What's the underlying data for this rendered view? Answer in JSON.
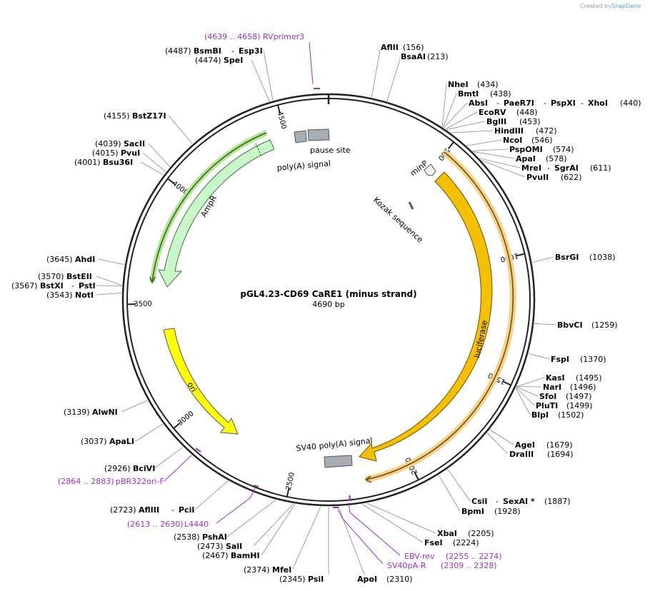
{
  "credit": "Created by",
  "brand": "SnapGene",
  "title": "pGL4.23-CD69 CaRE1 (minus strand)",
  "subtitle": "4690 bp",
  "ticks": [
    "500",
    "1000",
    "1500",
    "2000",
    "2500",
    "3000",
    "3500",
    "4000",
    "4500"
  ],
  "features": {
    "pause_site": "pause site",
    "polya_signal": "poly(A) signal",
    "ampr": "AmpR",
    "minp": "minP",
    "kozak": "Kozak sequence",
    "luciferase": "luciferase",
    "ori": "ori",
    "sv40": "SV40 poly(A) signal"
  },
  "sites": [
    {
      "id": "aflii",
      "name": "AflII",
      "pos": "(156)"
    },
    {
      "id": "bsaai",
      "name": "BsaAI",
      "pos": "(213)"
    },
    {
      "id": "nhei",
      "name": "NheI",
      "pos": "(434)"
    },
    {
      "id": "bmti",
      "name": "BmtI",
      "pos": "(438)"
    },
    {
      "id": "absi",
      "name": "AbsI",
      "n2": "PaeR7I",
      "n3": "PspXI",
      "n4": "XhoI",
      "pos": "(440)"
    },
    {
      "id": "ecorv",
      "name": "EcoRV",
      "pos": "(448)"
    },
    {
      "id": "bglii",
      "name": "BglII",
      "pos": "(453)"
    },
    {
      "id": "hindiii",
      "name": "HindIII",
      "pos": "(472)"
    },
    {
      "id": "ncoi",
      "name": "NcoI",
      "pos": "(546)"
    },
    {
      "id": "pspomi",
      "name": "PspOMI",
      "pos": "(574)"
    },
    {
      "id": "apai",
      "name": "ApaI",
      "pos": "(578)"
    },
    {
      "id": "mrei",
      "name": "MreI",
      "n2": "SgrAI",
      "pos": "(611)"
    },
    {
      "id": "pvuii",
      "name": "PvuII",
      "pos": "(622)"
    },
    {
      "id": "bsrgi",
      "name": "BsrGI",
      "pos": "(1038)"
    },
    {
      "id": "bbvci",
      "name": "BbvCI",
      "pos": "(1259)"
    },
    {
      "id": "fspi",
      "name": "FspI",
      "pos": "(1370)"
    },
    {
      "id": "kasi",
      "name": "KasI",
      "pos": "(1495)"
    },
    {
      "id": "nari",
      "name": "NarI",
      "pos": "(1496)"
    },
    {
      "id": "sfoi",
      "name": "SfoI",
      "pos": "(1497)"
    },
    {
      "id": "pluti",
      "name": "PluTI",
      "pos": "(1499)"
    },
    {
      "id": "blpi",
      "name": "BlpI",
      "pos": "(1502)"
    },
    {
      "id": "agei",
      "name": "AgeI",
      "pos": "(1679)"
    },
    {
      "id": "draiii",
      "name": "DraIII",
      "pos": "(1694)"
    },
    {
      "id": "csii",
      "name": "CsiI",
      "n2": "SexAI *",
      "pos": "(1887)"
    },
    {
      "id": "bpmi",
      "name": "BpmI",
      "pos": "(1928)"
    },
    {
      "id": "xbai",
      "name": "XbaI",
      "pos": "(2205)"
    },
    {
      "id": "fsei",
      "name": "FseI",
      "pos": "(2224)"
    },
    {
      "id": "apoi",
      "name": "ApoI",
      "pos": "(2310)"
    },
    {
      "id": "psii",
      "name": "PsiI",
      "pos": "(2345)"
    },
    {
      "id": "mfei",
      "name": "MfeI",
      "pos": "(2374)"
    },
    {
      "id": "bamhi",
      "name": "BamHI",
      "pos": "(2467)"
    },
    {
      "id": "sali",
      "name": "SalI",
      "pos": "(2473)"
    },
    {
      "id": "pshai",
      "name": "PshAI",
      "pos": "(2538)"
    },
    {
      "id": "afliii",
      "name": "AflIII",
      "n2": "PciI",
      "pos": "(2723)"
    },
    {
      "id": "bcivi",
      "name": "BciVI",
      "pos": "(2926)"
    },
    {
      "id": "apali",
      "name": "ApaLI",
      "pos": "(3037)"
    },
    {
      "id": "alwni",
      "name": "AlwNI",
      "pos": "(3139)"
    },
    {
      "id": "noti",
      "name": "NotI",
      "pos": "(3543)"
    },
    {
      "id": "bstxi",
      "name": "BstXI",
      "n2": "PstI",
      "pos": "(3567)"
    },
    {
      "id": "bsteii",
      "name": "BstEII",
      "pos": "(3570)"
    },
    {
      "id": "ahdi",
      "name": "AhdI",
      "pos": "(3645)"
    },
    {
      "id": "bsu36i",
      "name": "Bsu36I",
      "pos": "(4001)"
    },
    {
      "id": "pvui",
      "name": "PvuI",
      "pos": "(4015)"
    },
    {
      "id": "sacii",
      "name": "SacII",
      "pos": "(4039)"
    },
    {
      "id": "bstz17i",
      "name": "BstZ17I",
      "pos": "(4155)"
    },
    {
      "id": "spei",
      "name": "SpeI",
      "pos": "(4474)"
    },
    {
      "id": "bsmbi",
      "name": "BsmBI",
      "n2": "Esp3I",
      "pos": "(4487)"
    }
  ],
  "primers": [
    {
      "id": "rvprimer3",
      "name": "RVprimer3",
      "pos": "(4639 .. 4658)"
    },
    {
      "id": "ebvrev",
      "name": "EBV-rev",
      "pos": "(2255 .. 2274)"
    },
    {
      "id": "sv40par",
      "name": "SV40pA-R",
      "pos": "(2309 .. 2328)"
    },
    {
      "id": "l4440",
      "name": "L4440",
      "pos": "(2613 .. 2630)"
    },
    {
      "id": "pbr322",
      "name": "pBR322ori-F",
      "pos": "(2864 .. 2883)"
    }
  ],
  "colors": {
    "backbone": "#222222",
    "luciferase": "#f5c000",
    "luciferase_halo": "#f7d08a",
    "ori": "#ffff00",
    "ampr": "#c9f7c9",
    "ampr_halo": "#6aaa2a",
    "small_feature": "#a6adb5",
    "primer": "#9b30c8"
  }
}
